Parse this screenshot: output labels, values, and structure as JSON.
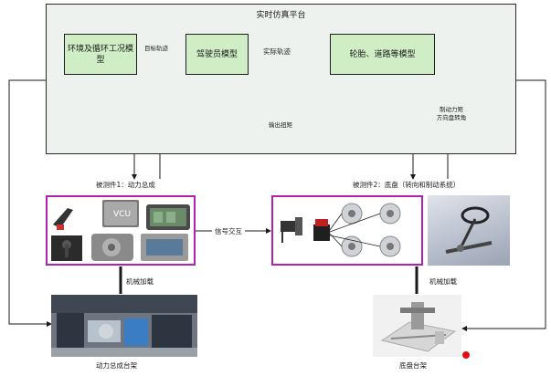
{
  "platform": {
    "title": "实时仿真平台",
    "env_model": "环境及循环工况模型",
    "driver_model": "驾驶员模型",
    "tire_model": "轮胎、道路等模型",
    "target_track": "目标轨迹",
    "actual_track": "实际轨迹",
    "output_torque": "输出扭矩",
    "brake_steer": [
      "制动力矩",
      "方向盘转角"
    ]
  },
  "dut1": {
    "title": "被测件1：动力总成",
    "vcu_label": "VCU"
  },
  "dut2": {
    "title": "被测件2：底盘（转向和制动系统）"
  },
  "signal_exchange": "信号交互",
  "mech_load_left": "机械加载",
  "mech_load_right": "机械加载",
  "bench_left": "动力总成台架",
  "bench_right": "底盘台架",
  "colors": {
    "green_box": "#cfeec6",
    "purple_border": "#b21fb2",
    "platform_bg": "#eef2ee",
    "red_dot": "#e01010"
  }
}
